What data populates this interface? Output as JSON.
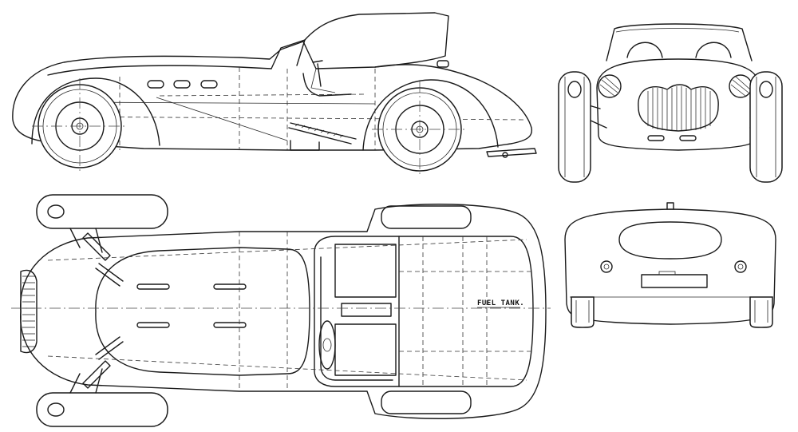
{
  "drawing": {
    "views": [
      {
        "id": "side-view"
      },
      {
        "id": "front-view"
      },
      {
        "id": "top-view"
      },
      {
        "id": "rear-view"
      }
    ],
    "annotations": {
      "fuel_tank": "FUEL TANK."
    },
    "colors": {
      "line": "#1a1a1a",
      "paper": "#ffffff"
    }
  }
}
